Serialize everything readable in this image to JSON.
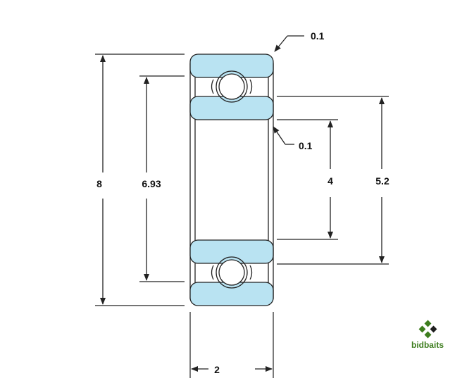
{
  "dimensions": {
    "outer_diameter": "8",
    "shield_diameter": "6.93",
    "inner_diameter": "4",
    "inner_ring_diameter": "5.2",
    "width": "2",
    "outer_chamfer": "0.1",
    "inner_chamfer": "0.1"
  },
  "brand": {
    "name": "bidbaits",
    "color": "#3d7d1e"
  },
  "colors": {
    "ring_fill": "#b9e3f2",
    "line": "#222222"
  }
}
